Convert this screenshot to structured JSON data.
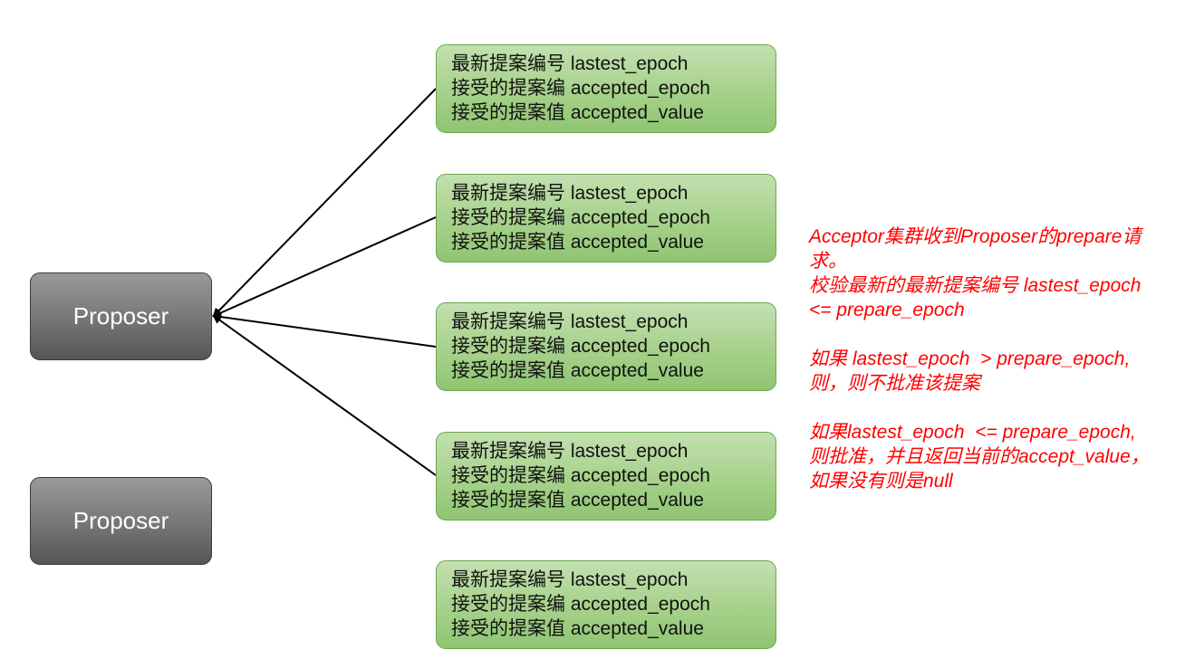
{
  "proposers": [
    {
      "label": "Proposer"
    },
    {
      "label": "Proposer"
    }
  ],
  "acceptors": [
    {
      "lines": [
        "最新提案编号 lastest_epoch",
        "接受的提案编 accepted_epoch",
        "接受的提案值 accepted_value"
      ]
    },
    {
      "lines": [
        "最新提案编号 lastest_epoch",
        "接受的提案编 accepted_epoch",
        "接受的提案值 accepted_value"
      ]
    },
    {
      "lines": [
        "最新提案编号 lastest_epoch",
        "接受的提案编 accepted_epoch",
        "接受的提案值 accepted_value"
      ]
    },
    {
      "lines": [
        "最新提案编号 lastest_epoch",
        "接受的提案编 accepted_epoch",
        "接受的提案值 accepted_value"
      ]
    },
    {
      "lines": [
        "最新提案编号 lastest_epoch",
        "接受的提案编 accepted_epoch",
        "接受的提案值 accepted_value"
      ]
    }
  ],
  "note": {
    "paragraph1": [
      "Acceptor集群收到Proposer的prepare请",
      "求。",
      "校验最新的最新提案编号 lastest_epoch",
      "<= prepare_epoch"
    ],
    "paragraph2": [
      "如果 lastest_epoch  > prepare_epoch,",
      "则，则不批准该提案"
    ],
    "paragraph3": [
      "如果lastest_epoch  <= prepare_epoch,",
      "则批准，并且返回当前的accept_value，",
      "如果没有则是null"
    ]
  },
  "colors": {
    "connector": "#000000",
    "note_text": "#ff0000",
    "acceptor_fill": "#a6d18a",
    "proposer_fill": "#757575"
  }
}
